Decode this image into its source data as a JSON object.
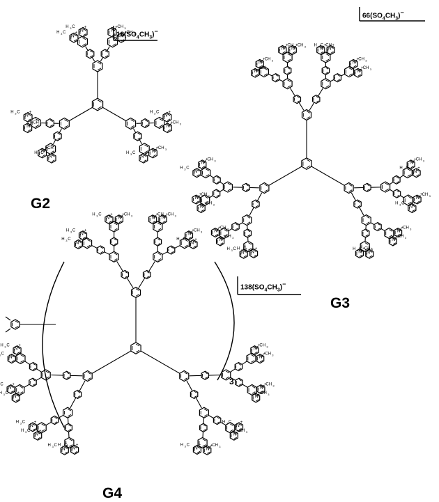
{
  "labels": {
    "g2": "G2",
    "g3": "G3",
    "g4": "G4"
  },
  "counterions": {
    "g2": {
      "count": "18",
      "formula": "(SO",
      "sub1": "4",
      "mid": "CH",
      "sub2": "3",
      "end": ")",
      "charge": "−"
    },
    "g3": {
      "count": "66",
      "formula": "(SO",
      "sub1": "4",
      "mid": "CH",
      "sub2": "3",
      "end": ")",
      "charge": "−"
    },
    "g4": {
      "count": "138",
      "formula": "(SO",
      "sub1": "4",
      "mid": "CH",
      "sub2": "3",
      "end": ")",
      "charge": "−"
    }
  },
  "repeat_subscript": "3",
  "atom_labels": {
    "methyl": "CH",
    "methyl_left": "H",
    "nitrogen": "N",
    "plus": "+",
    "three": "3"
  },
  "colors": {
    "ink": "#000000",
    "background": "#ffffff"
  }
}
